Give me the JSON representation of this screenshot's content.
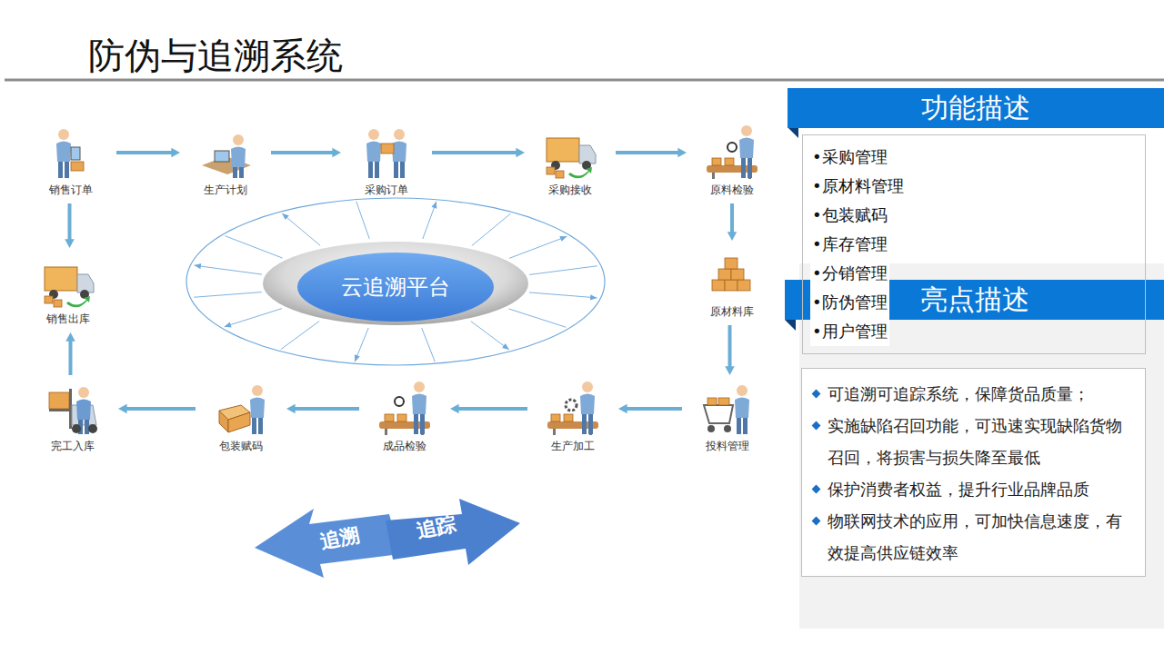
{
  "diagram": {
    "title": "防伪与追溯系统",
    "nodes": [
      {
        "text": [
          "销售订单"
        ]
      },
      {
        "text": [
          "生产计划"
        ]
      },
      {
        "text": [
          "采购订单"
        ]
      },
      {
        "text": [
          "采购接收"
        ]
      },
      {
        "text": [
          "原料检验"
        ]
      },
      {
        "text": [
          "原材料库"
        ]
      },
      {
        "text": [
          "投料管理"
        ]
      },
      {
        "text": [
          "生产加工"
        ]
      },
      {
        "text": [
          "成品检验"
        ]
      },
      {
        "text": [
          "包装赋码"
        ]
      },
      {
        "text": [
          "完工入库"
        ]
      },
      {
        "text": [
          "销售出库"
        ]
      },
      {
        "text": [
          "云追溯平台"
        ]
      },
      {
        "text": [
          "功能描述"
        ]
      },
      {
        "text": [
          "•采购管理",
          "•原材料管理",
          "•包装赋码",
          "•库存管理",
          "•分销管理",
          "•防伪管理",
          "•用户管理"
        ]
      },
      {
        "text": [
          "亮点描述"
        ]
      },
      {
        "text": [
          "可追溯可追踪系统，保障货品质量；",
          "实施缺陷召回功能，可迅速实现缺陷货物召回，将损害与损失降至最低",
          "保护消费者权益，提升行业品牌品质",
          "物联网技术的应用，可加快信息速度，有效提高供应链效率"
        ]
      }
    ],
    "edges": [
      {
        "from": 0,
        "to": 1,
        "arrow": "to"
      },
      {
        "from": 1,
        "to": 2,
        "arrow": "to"
      },
      {
        "from": 2,
        "to": 3,
        "arrow": "to"
      },
      {
        "from": 3,
        "to": 4,
        "arrow": "to"
      },
      {
        "from": 4,
        "to": 5,
        "arrow": "to"
      },
      {
        "from": 5,
        "to": 6,
        "arrow": "to"
      },
      {
        "from": 6,
        "to": 7,
        "arrow": "to"
      },
      {
        "from": 7,
        "to": 8,
        "arrow": "to"
      },
      {
        "from": 8,
        "to": 9,
        "arrow": "to"
      },
      {
        "from": 9,
        "to": 10,
        "arrow": "to"
      },
      {
        "from": 10,
        "to": 11,
        "arrow": "to"
      },
      {
        "from": 0,
        "to": 11,
        "arrow": "to"
      }
    ],
    "labels": [
      "追溯",
      "追踪"
    ]
  }
}
